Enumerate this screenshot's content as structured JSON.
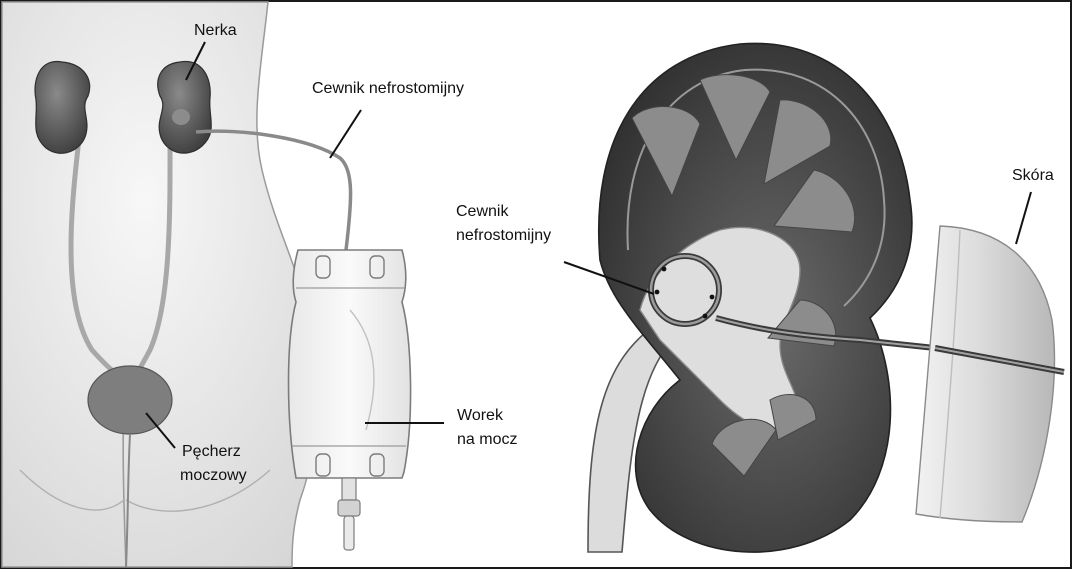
{
  "labels": {
    "kidney": "Nerka",
    "catheter_left": "Cewnik nefrostomijny",
    "catheter_right_line1": "Cewnik",
    "catheter_right_line2": "nefrostomijny",
    "bag_line1": "Worek",
    "bag_line2": "na mocz",
    "bladder_line1": "Pęcherz",
    "bladder_line2": "moczowy",
    "skin": "Skóra"
  },
  "colors": {
    "frame": "#1a1a1a",
    "body_fill": "#ececec",
    "kidney_fill": "#5c5c5c",
    "bladder_fill": "#7e7e7e",
    "tube": "#8a8a8a",
    "bag_fill": "#f4f4f4",
    "kidney_cortex": "#4a4a4a",
    "kidney_medulla": "#8c8c8c",
    "pelvis_fill": "#e4e4e4",
    "skin_fill": "#bdbdbd"
  }
}
